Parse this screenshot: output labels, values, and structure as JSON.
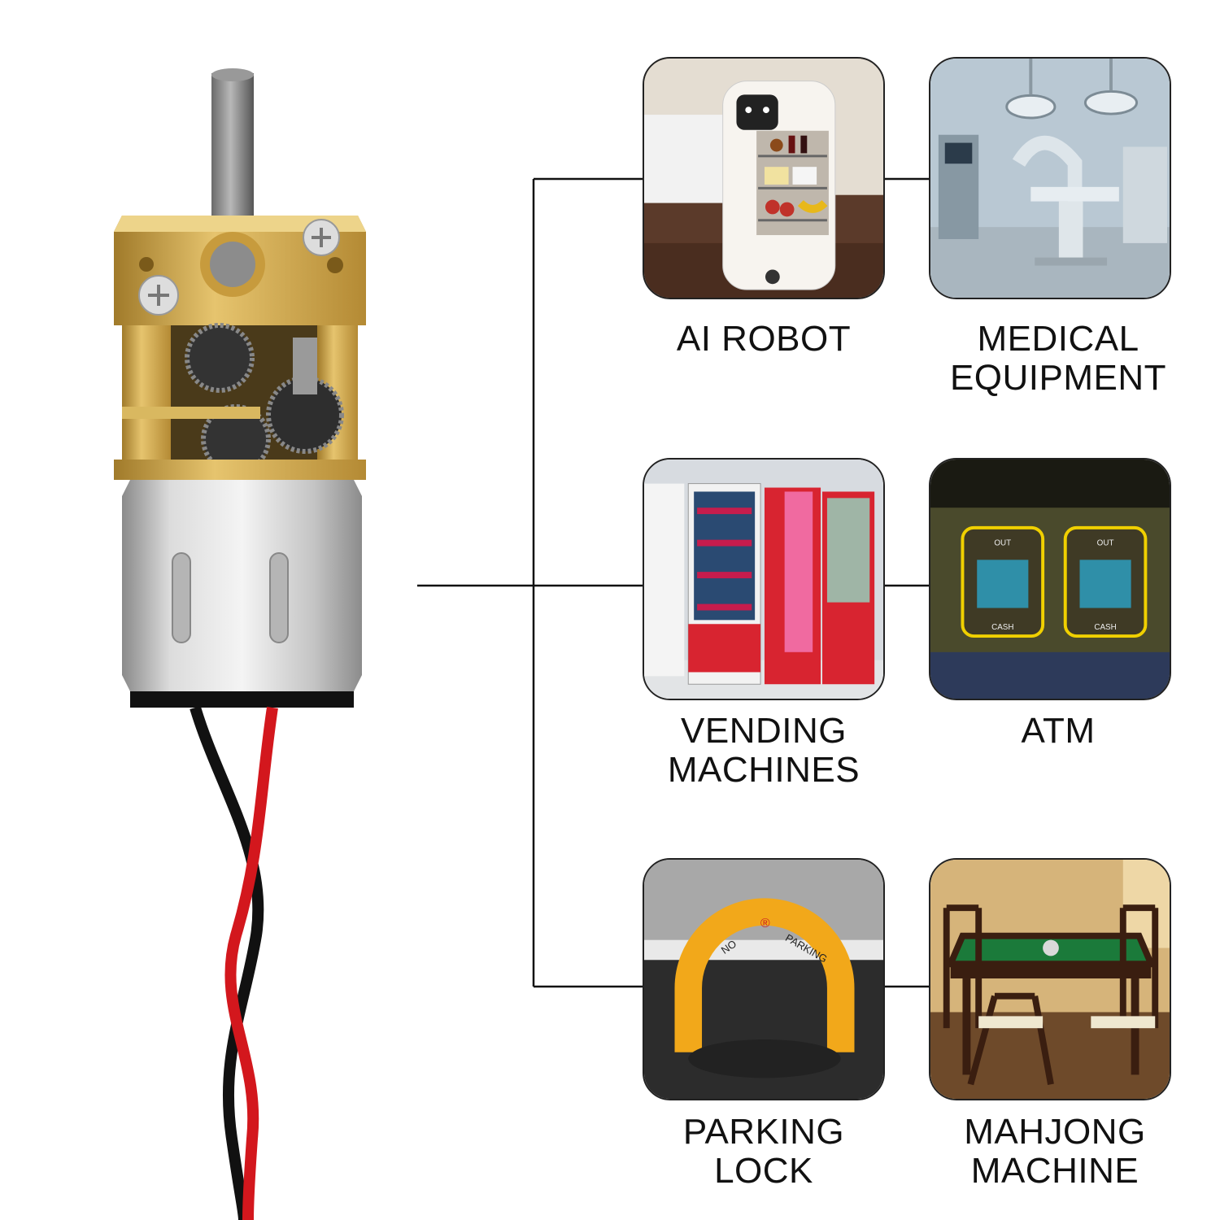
{
  "applications": [
    {
      "id": "ai-robot",
      "label_lines": [
        "AI ROBOT"
      ]
    },
    {
      "id": "medical-equipment",
      "label_lines": [
        "MEDICAL",
        "EQUIPMENT"
      ]
    },
    {
      "id": "vending-machines",
      "label_lines": [
        "VENDING",
        "MACHINES"
      ]
    },
    {
      "id": "atm",
      "label_lines": [
        "ATM"
      ]
    },
    {
      "id": "parking-lock",
      "label_lines": [
        "PARKING",
        "LOCK"
      ]
    },
    {
      "id": "mahjong-machine",
      "label_lines": [
        "MAHJONG",
        "MACHINE"
      ]
    }
  ],
  "parking_sign": {
    "left": "NO",
    "right": "PARKING",
    "mark": "®"
  },
  "atm_screen": {
    "top": "OUT",
    "bottom": "CASH"
  },
  "colors": {
    "gearbox": "#d8b25a",
    "motor_can": "#c9c9c9",
    "wire_red": "#d3171d",
    "wire_black": "#111111"
  }
}
